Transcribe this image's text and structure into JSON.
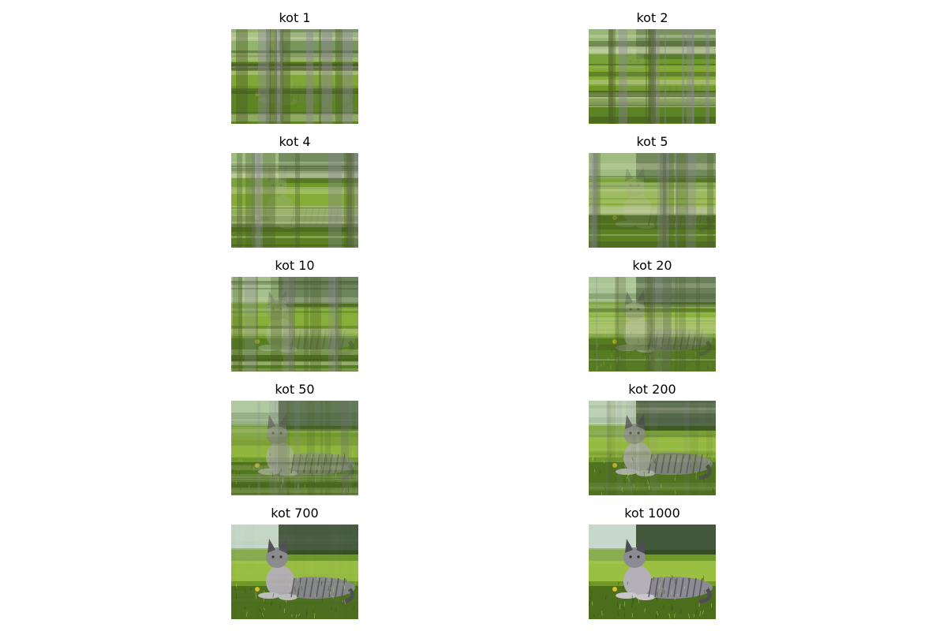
{
  "figure": {
    "panels": [
      {
        "title": "kot 1",
        "rank": 1
      },
      {
        "title": "kot 2",
        "rank": 2
      },
      {
        "title": "kot 4",
        "rank": 4
      },
      {
        "title": "kot 5",
        "rank": 5
      },
      {
        "title": "kot 10",
        "rank": 10
      },
      {
        "title": "kot 20",
        "rank": 20
      },
      {
        "title": "kot 50",
        "rank": 50
      },
      {
        "title": "kot 200",
        "rank": 200
      },
      {
        "title": "kot 700",
        "rank": 700
      },
      {
        "title": "kot 1000",
        "rank": 1000
      }
    ]
  },
  "colors": {
    "grass": "#6f9a2a",
    "grass_dark": "#3f5f1a",
    "grass_light": "#a6c84a",
    "trees_dark": "#2c3f22",
    "sky": "#d8e4e8",
    "cat_gray": "#8c8a92",
    "cat_dark": "#4e4c54"
  }
}
